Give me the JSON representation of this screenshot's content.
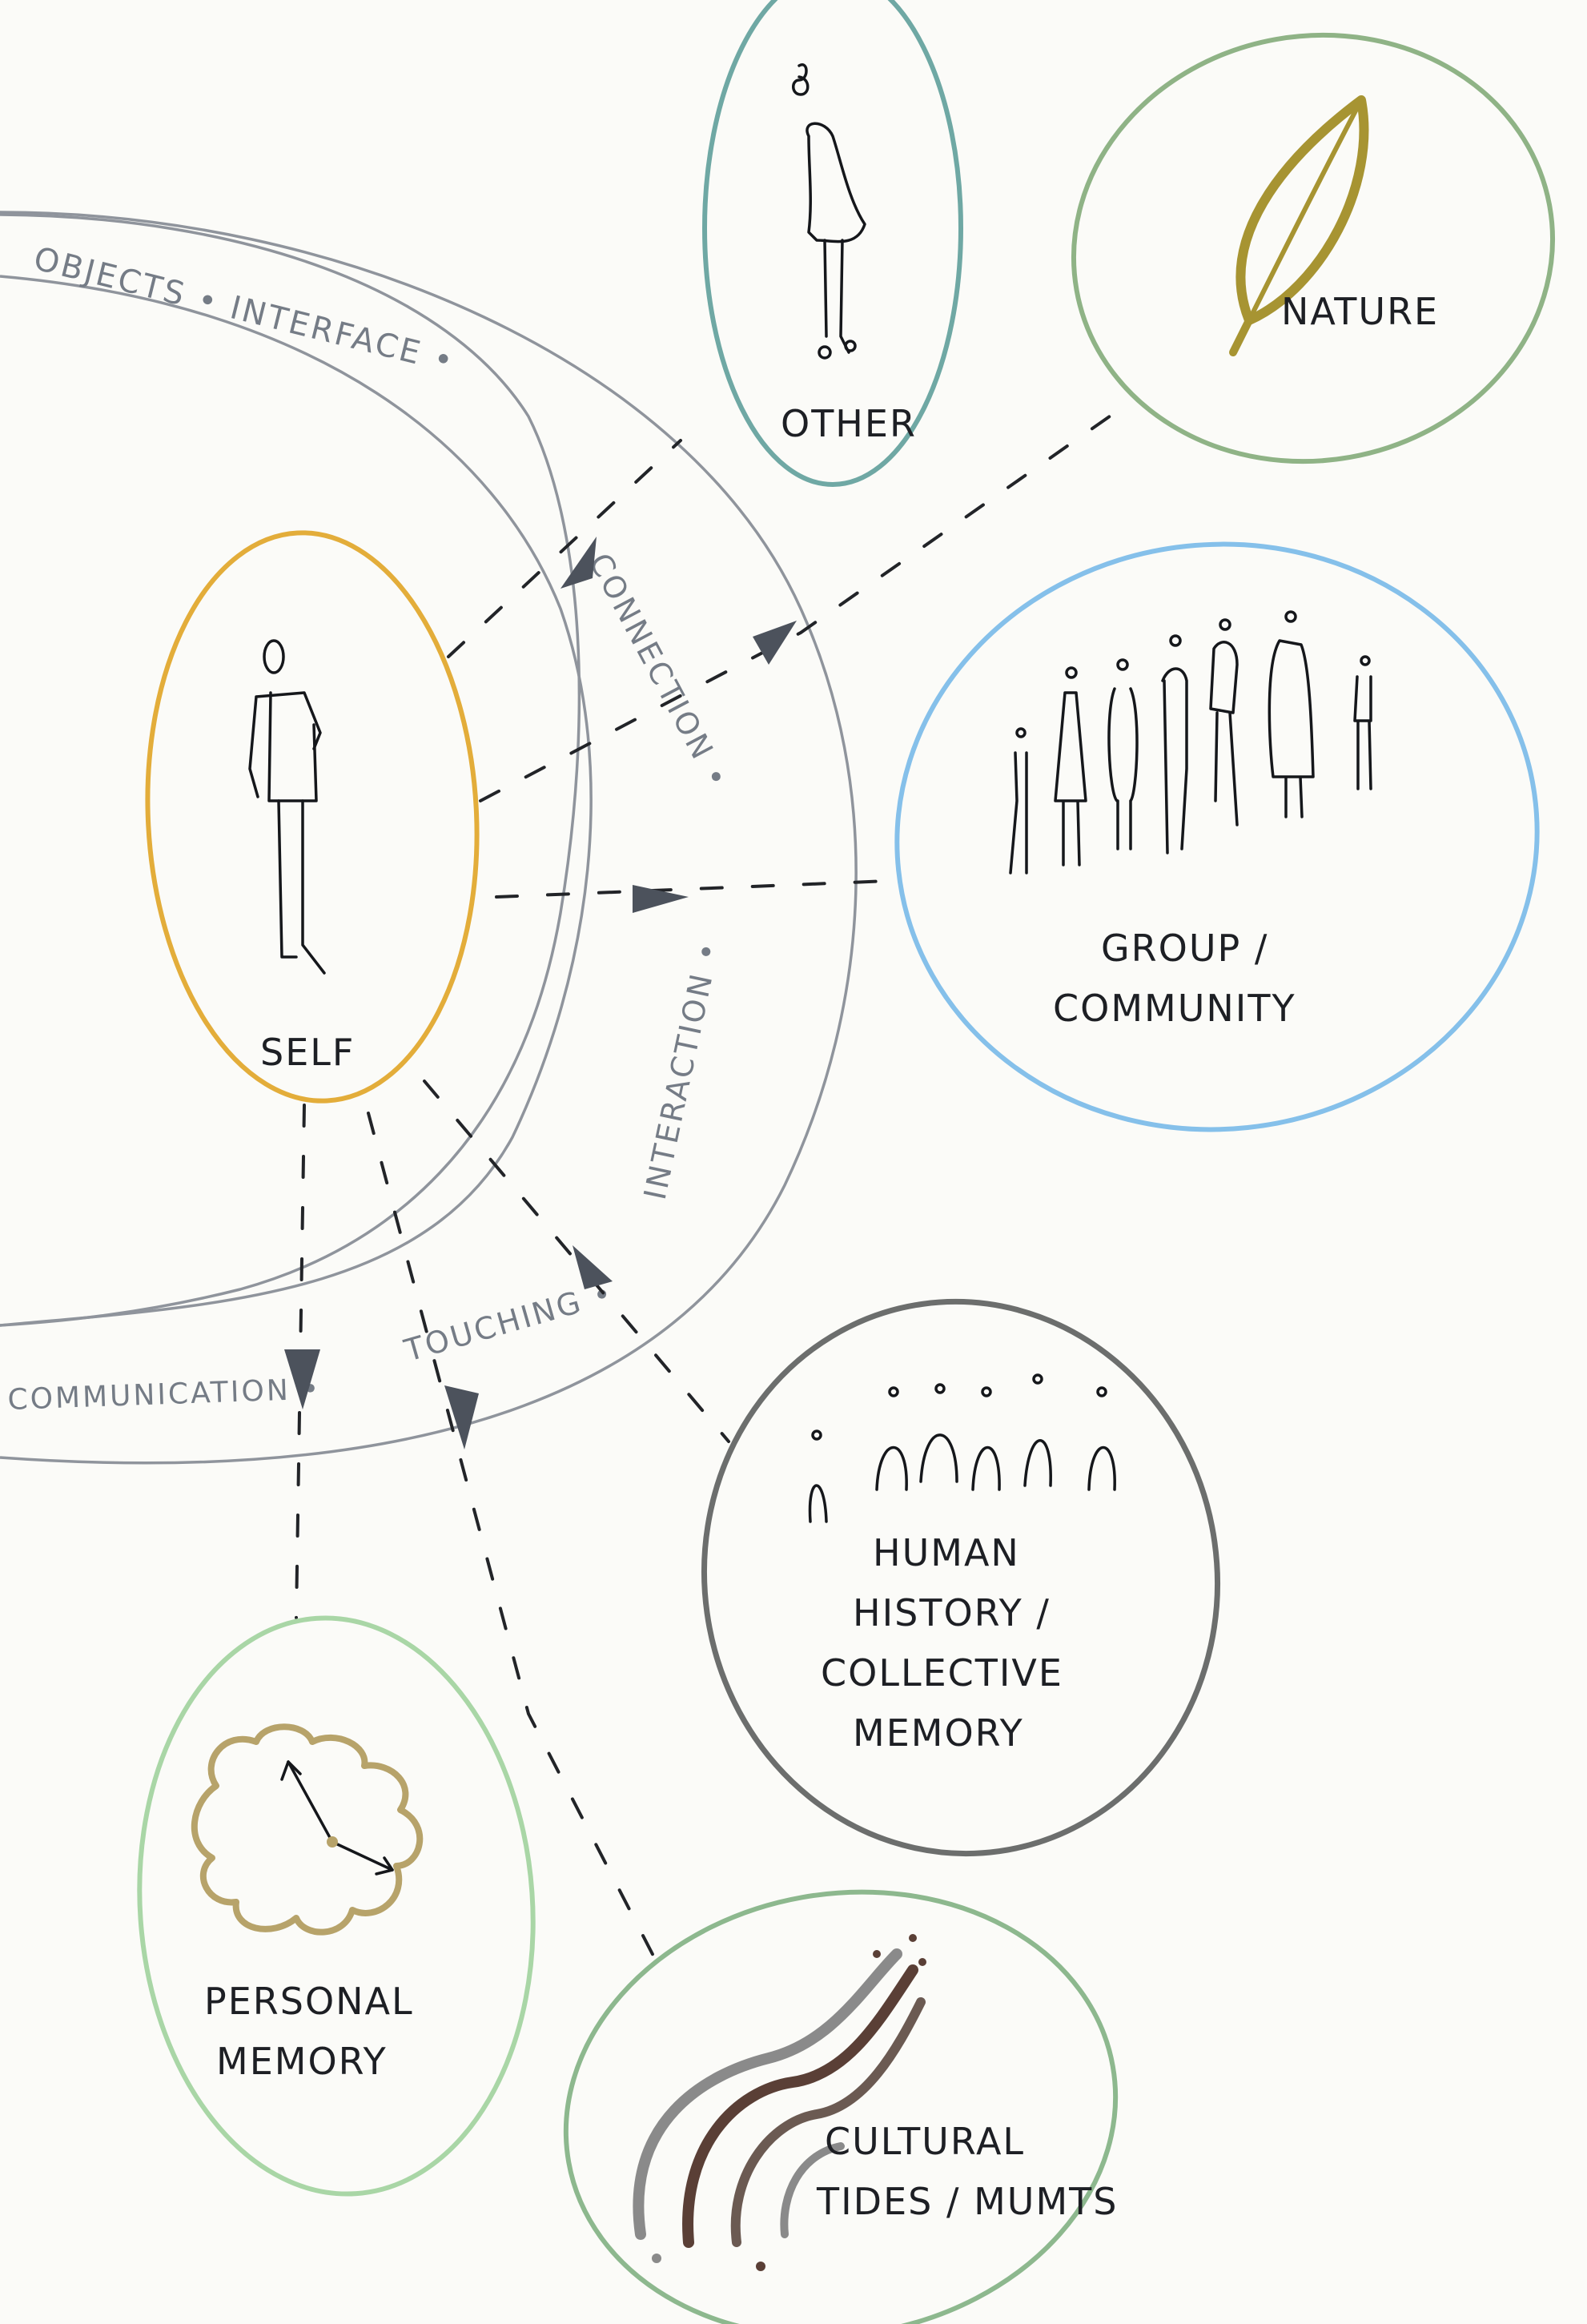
{
  "colors": {
    "paper": "#fbfbf8",
    "self": "#e3ad3a",
    "other": "#6fa8a4",
    "nature": "#8fb386",
    "group": "#85c0ea",
    "history": "#6c6e6d",
    "personal_memory": "#a9d6a6",
    "cultural": "#8db88e",
    "band": "#8f949c",
    "band_text": "#757c86",
    "ink": "#15171b",
    "leaf": "#a79432",
    "cloud": "#b7a36a",
    "tide_dark": "#5a3f36",
    "tide_grey": "#8a8a8a"
  },
  "band_labels": {
    "outer_top": "OBJECTS • INTERFACE •",
    "connection": "CONNECTION •",
    "interaction": "INTERACTION •",
    "touching": "TOUCHING •",
    "communication": "COMMUNICATION •"
  },
  "nodes": {
    "self": {
      "label": "SELF",
      "icon": "standing-person-icon"
    },
    "other": {
      "label": "OTHER",
      "icon": "single-person-icon"
    },
    "nature": {
      "label": "NATURE",
      "icon": "leaf-icon"
    },
    "group": {
      "label_line1": "GROUP /",
      "label_line2": "COMMUNITY",
      "icon": "group-of-people-icon"
    },
    "history": {
      "label_line1": "HUMAN",
      "label_line2": "HISTORY /",
      "label_line3": "COLLECTIVE",
      "label_line4": "MEMORY",
      "icon": "row-of-figures-icon"
    },
    "personal_memory": {
      "label_line1": "PERSONAL",
      "label_line2": "MEMORY",
      "icon": "cloud-clock-icon"
    },
    "cultural": {
      "label_line1": "CULTURAL",
      "label_line2": "TIDES / MUMTS",
      "icon": "waves-icon"
    }
  }
}
